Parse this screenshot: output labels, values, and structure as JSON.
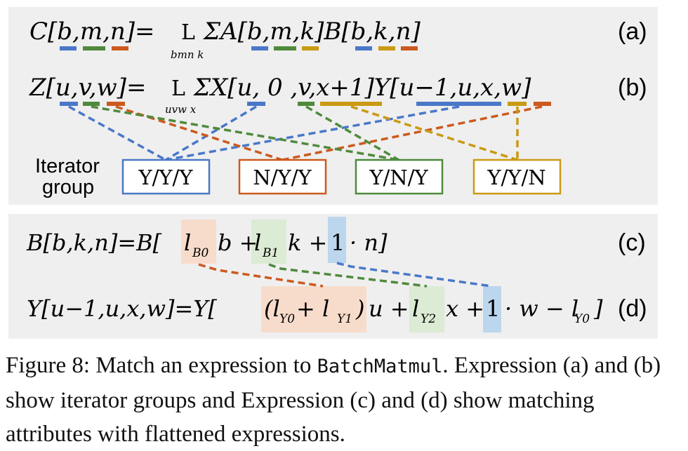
{
  "expressions": {
    "a": {
      "lhs": "C[b,m,n]=",
      "op": "L",
      "sum": "ΣA[b,m,k]B[b,k,n]",
      "sub": "bmn  k",
      "label": "(a)"
    },
    "b": {
      "lhs": "Z[u,v,w]=",
      "op": "L",
      "sum": "ΣX[u, 0 ,v,x+1]Y[u−1,u,x,w]",
      "sub": "uvw  x",
      "label": "(b)"
    },
    "c": {
      "lhs": "B[b,k,n]=B[",
      "t1": "l",
      "t1sub": "B0",
      "t1var": "b +",
      "t2": "l",
      "t2sub": "B1",
      "t2var": "k +",
      "one": "1",
      "rest": "· n]",
      "label": "(c)"
    },
    "d": {
      "lhs": "Y[u−1,u,x,w]=Y[",
      "paren": "(l",
      "s1": "Y0",
      "plus": " + l",
      "s2": "Y1",
      "close": ")",
      "uvar": "u +",
      "t3": "l",
      "t3sub": "Y2",
      "xvar": "x +",
      "one": "1",
      "rest": "· w − l",
      "s4": "Y0",
      "end": "]",
      "label": "(d)"
    }
  },
  "iterator_group": {
    "title_line1": "Iterator",
    "title_line2": "group",
    "boxes": [
      "Y/Y/Y",
      "N/Y/Y",
      "Y/N/Y",
      "Y/Y/N"
    ]
  },
  "caption": {
    "prefix": "Figure 8: Match an expression to ",
    "code": "BatchMatmul",
    "suffix": ". Expression (a) and (b) show iterator groups and Expression (c) and (d) show matching attributes with flattened expressions."
  },
  "colors": {
    "blue": "#4a78c8",
    "green": "#4f8a3c",
    "orange": "#cc5a1e",
    "gold": "#c99a12",
    "orange_fill": "#f8dccb",
    "green_fill": "#dcebd4",
    "blue_fill": "#bcd6ee"
  }
}
